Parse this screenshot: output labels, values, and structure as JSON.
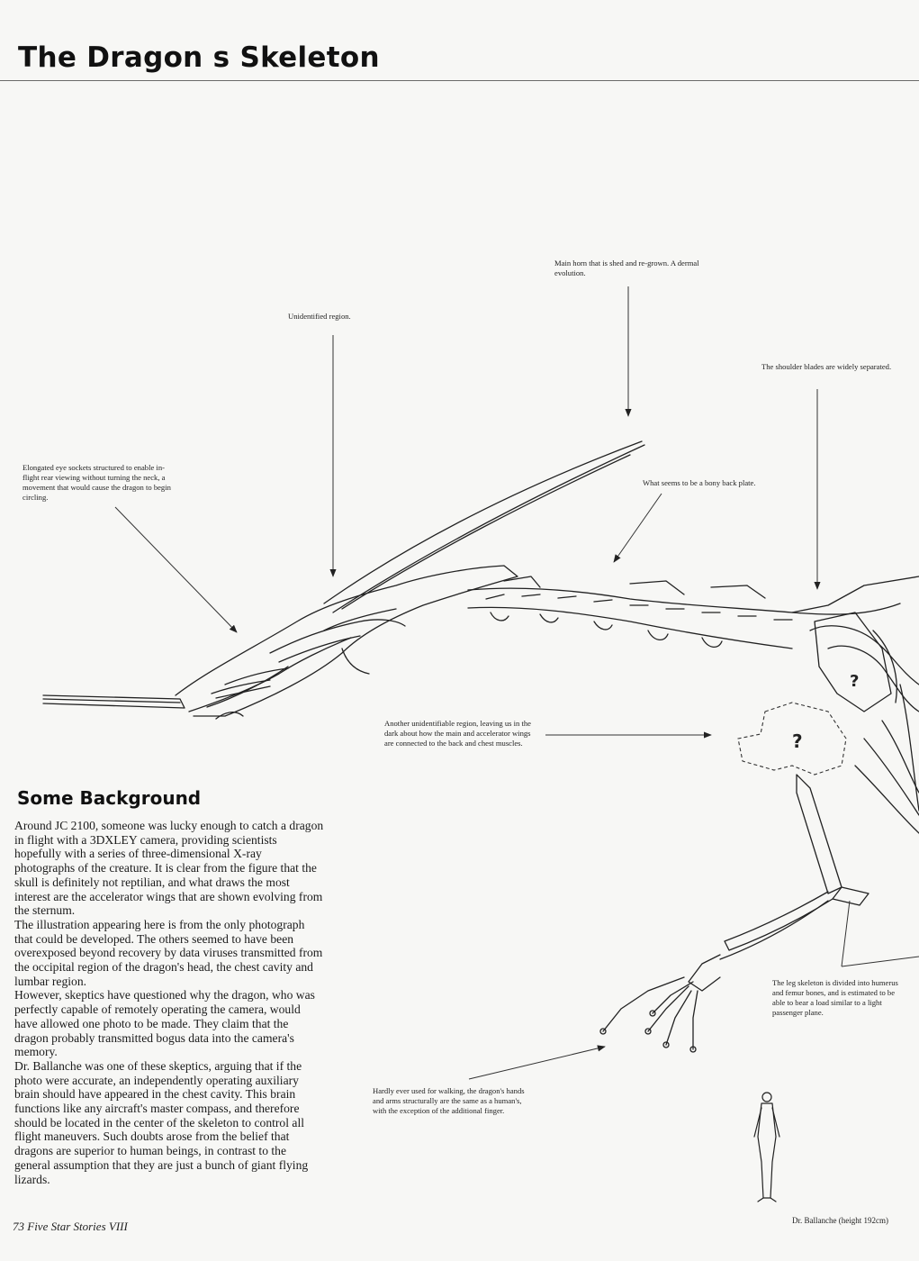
{
  "page": {
    "title": "The Dragon s Skeleton",
    "footer": "73 Five Star Stories VIII"
  },
  "annotations": {
    "main_horn": "Main horn that is shed and re-grown. A dermal evolution.",
    "unidentified": "Unidentified region.",
    "shoulder": "The shoulder blades are widely separated.",
    "eye_sockets": "Elongated eye sockets structured to enable in-flight rear viewing without turning the neck, a movement that would cause the dragon to begin circling.",
    "back_plate": "What seems to be a bony back plate.",
    "another_unidentified": "Another unidentifiable region, leaving us in the dark about how the main and accelerator wings are connected to the back and chest muscles.",
    "leg": "The leg skeleton is divided into humerus and femur bones, and is estimated to be able to bear a load similar to a light passenger plane.",
    "hands": "Hardly ever used for walking, the dragon's hands and arms structurally are the same as a human's, with the exception of the additional finger.",
    "figure_label": "Dr. Ballanche (height 192cm)"
  },
  "figure_marks": {
    "question_mark": "?"
  },
  "background": {
    "heading": "Some Background",
    "paragraphs": [
      "Around JC 2100, someone was lucky enough to catch a dragon in flight with a 3DXLEY camera, providing scientists hopefully with a series of three-dimensional X-ray photographs of the creature. It is clear from the figure that the skull is definitely not reptilian, and what draws the most interest are the accelerator wings that are shown evolving from the sternum.",
      "The illustration appearing here is from the only photograph that could be developed. The others seemed to have been overexposed beyond recovery by data viruses transmitted from the occipital region of the dragon's head, the chest cavity and lumbar region.",
      "However, skeptics have questioned why the dragon, who was perfectly capable of remotely operating the camera, would have allowed one photo to be made. They claim that the dragon probably transmitted bogus data into the camera's memory.",
      "Dr. Ballanche was one of these skeptics, arguing that if the photo were accurate, an independently operating auxiliary brain should have appeared in the chest cavity. This brain functions like any aircraft's master compass, and therefore should be located in the center of the skeleton to control all flight maneuvers. Such doubts arose from the belief that dragons are superior to human beings, in contrast to the general assumption that they are just a bunch of giant flying lizards."
    ]
  }
}
